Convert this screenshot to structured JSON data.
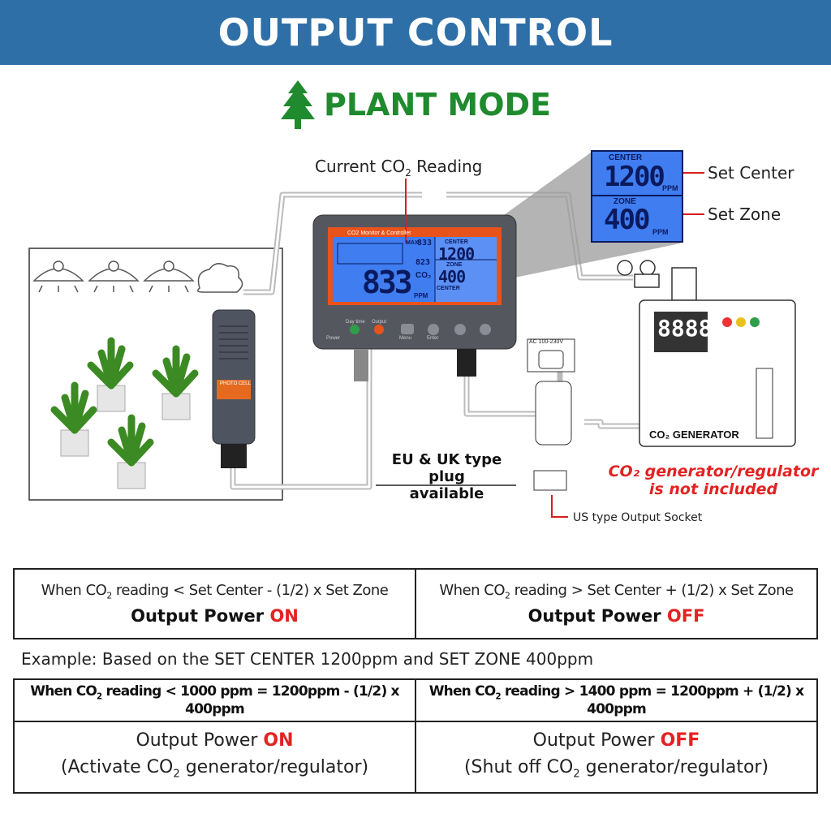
{
  "header": {
    "title": "OUTPUT CONTROL"
  },
  "mode": {
    "title": "PLANT MODE",
    "icon": "pine-tree-icon",
    "color": "#1f8a2e"
  },
  "diagram": {
    "current_reading_label_pre": "Current CO",
    "current_reading_label_sub": "2",
    "current_reading_label_post": " Reading",
    "set_center_label": "Set Center",
    "set_zone_label": "Set Zone",
    "zoom_display": {
      "center_caption": "CENTER",
      "center_value": "1200",
      "zone_caption": "ZONE",
      "zone_value": "400",
      "unit": "PPM"
    },
    "monitor": {
      "brand": "CO2 Monitor & Controller",
      "reading": "833",
      "unit": "PPM",
      "co2_label": "CO₂",
      "max_label": "MAX",
      "max_value": "833",
      "min_value": "823",
      "center_caption": "CENTER",
      "center_value": "1200",
      "zone_caption": "ZONE",
      "zone_value": "400",
      "mode_caption": "CENTER",
      "btn_labels": [
        "Power",
        "Day time",
        "Output",
        "Menu",
        "Enter"
      ]
    },
    "sensor_label": "PHOTO CELL",
    "socket_label": "AC 100-230V",
    "generator": {
      "display": "8888",
      "label": "CO₂ GENERATOR"
    },
    "plug_note_line1": "EU & UK type plug",
    "plug_note_line2": "available",
    "not_included_line1": "CO₂ generator/regulator",
    "not_included_line2": "is not included",
    "us_socket_label": "US type Output Socket"
  },
  "table1": {
    "left_condition_pre": "When CO",
    "left_condition_post": " reading < Set Center - (1/2) x Set Zone",
    "left_output_pre": "Output Power ",
    "left_output_state": "ON",
    "right_condition_pre": "When CO",
    "right_condition_post": " reading > Set Center + (1/2) x Set Zone",
    "right_output_pre": "Output Power ",
    "right_output_state": "OFF"
  },
  "example_text": "Example: Based on the SET CENTER 1200ppm and SET ZONE 400ppm",
  "table2": {
    "left_condition_pre": "When CO",
    "left_condition_post": " reading < 1000 ppm = 1200ppm - (1/2) x 400ppm",
    "right_condition_pre": "When CO",
    "right_condition_post": " reading > 1400 ppm = 1200ppm + (1/2) x 400ppm",
    "left_output_pre": "Output Power ",
    "left_output_state": "ON",
    "left_action_pre": "(Activate CO",
    "left_action_post": " generator/regulator)",
    "right_output_pre": "Output Power ",
    "right_output_state": "OFF",
    "right_action_pre": "(Shut off CO",
    "right_action_post": " generator/regulator)"
  },
  "colors": {
    "banner": "#2f6fa7",
    "accent_red": "#e32222",
    "lcd_blue": "#3f7df0",
    "lcd_frame": "#e8531c"
  }
}
